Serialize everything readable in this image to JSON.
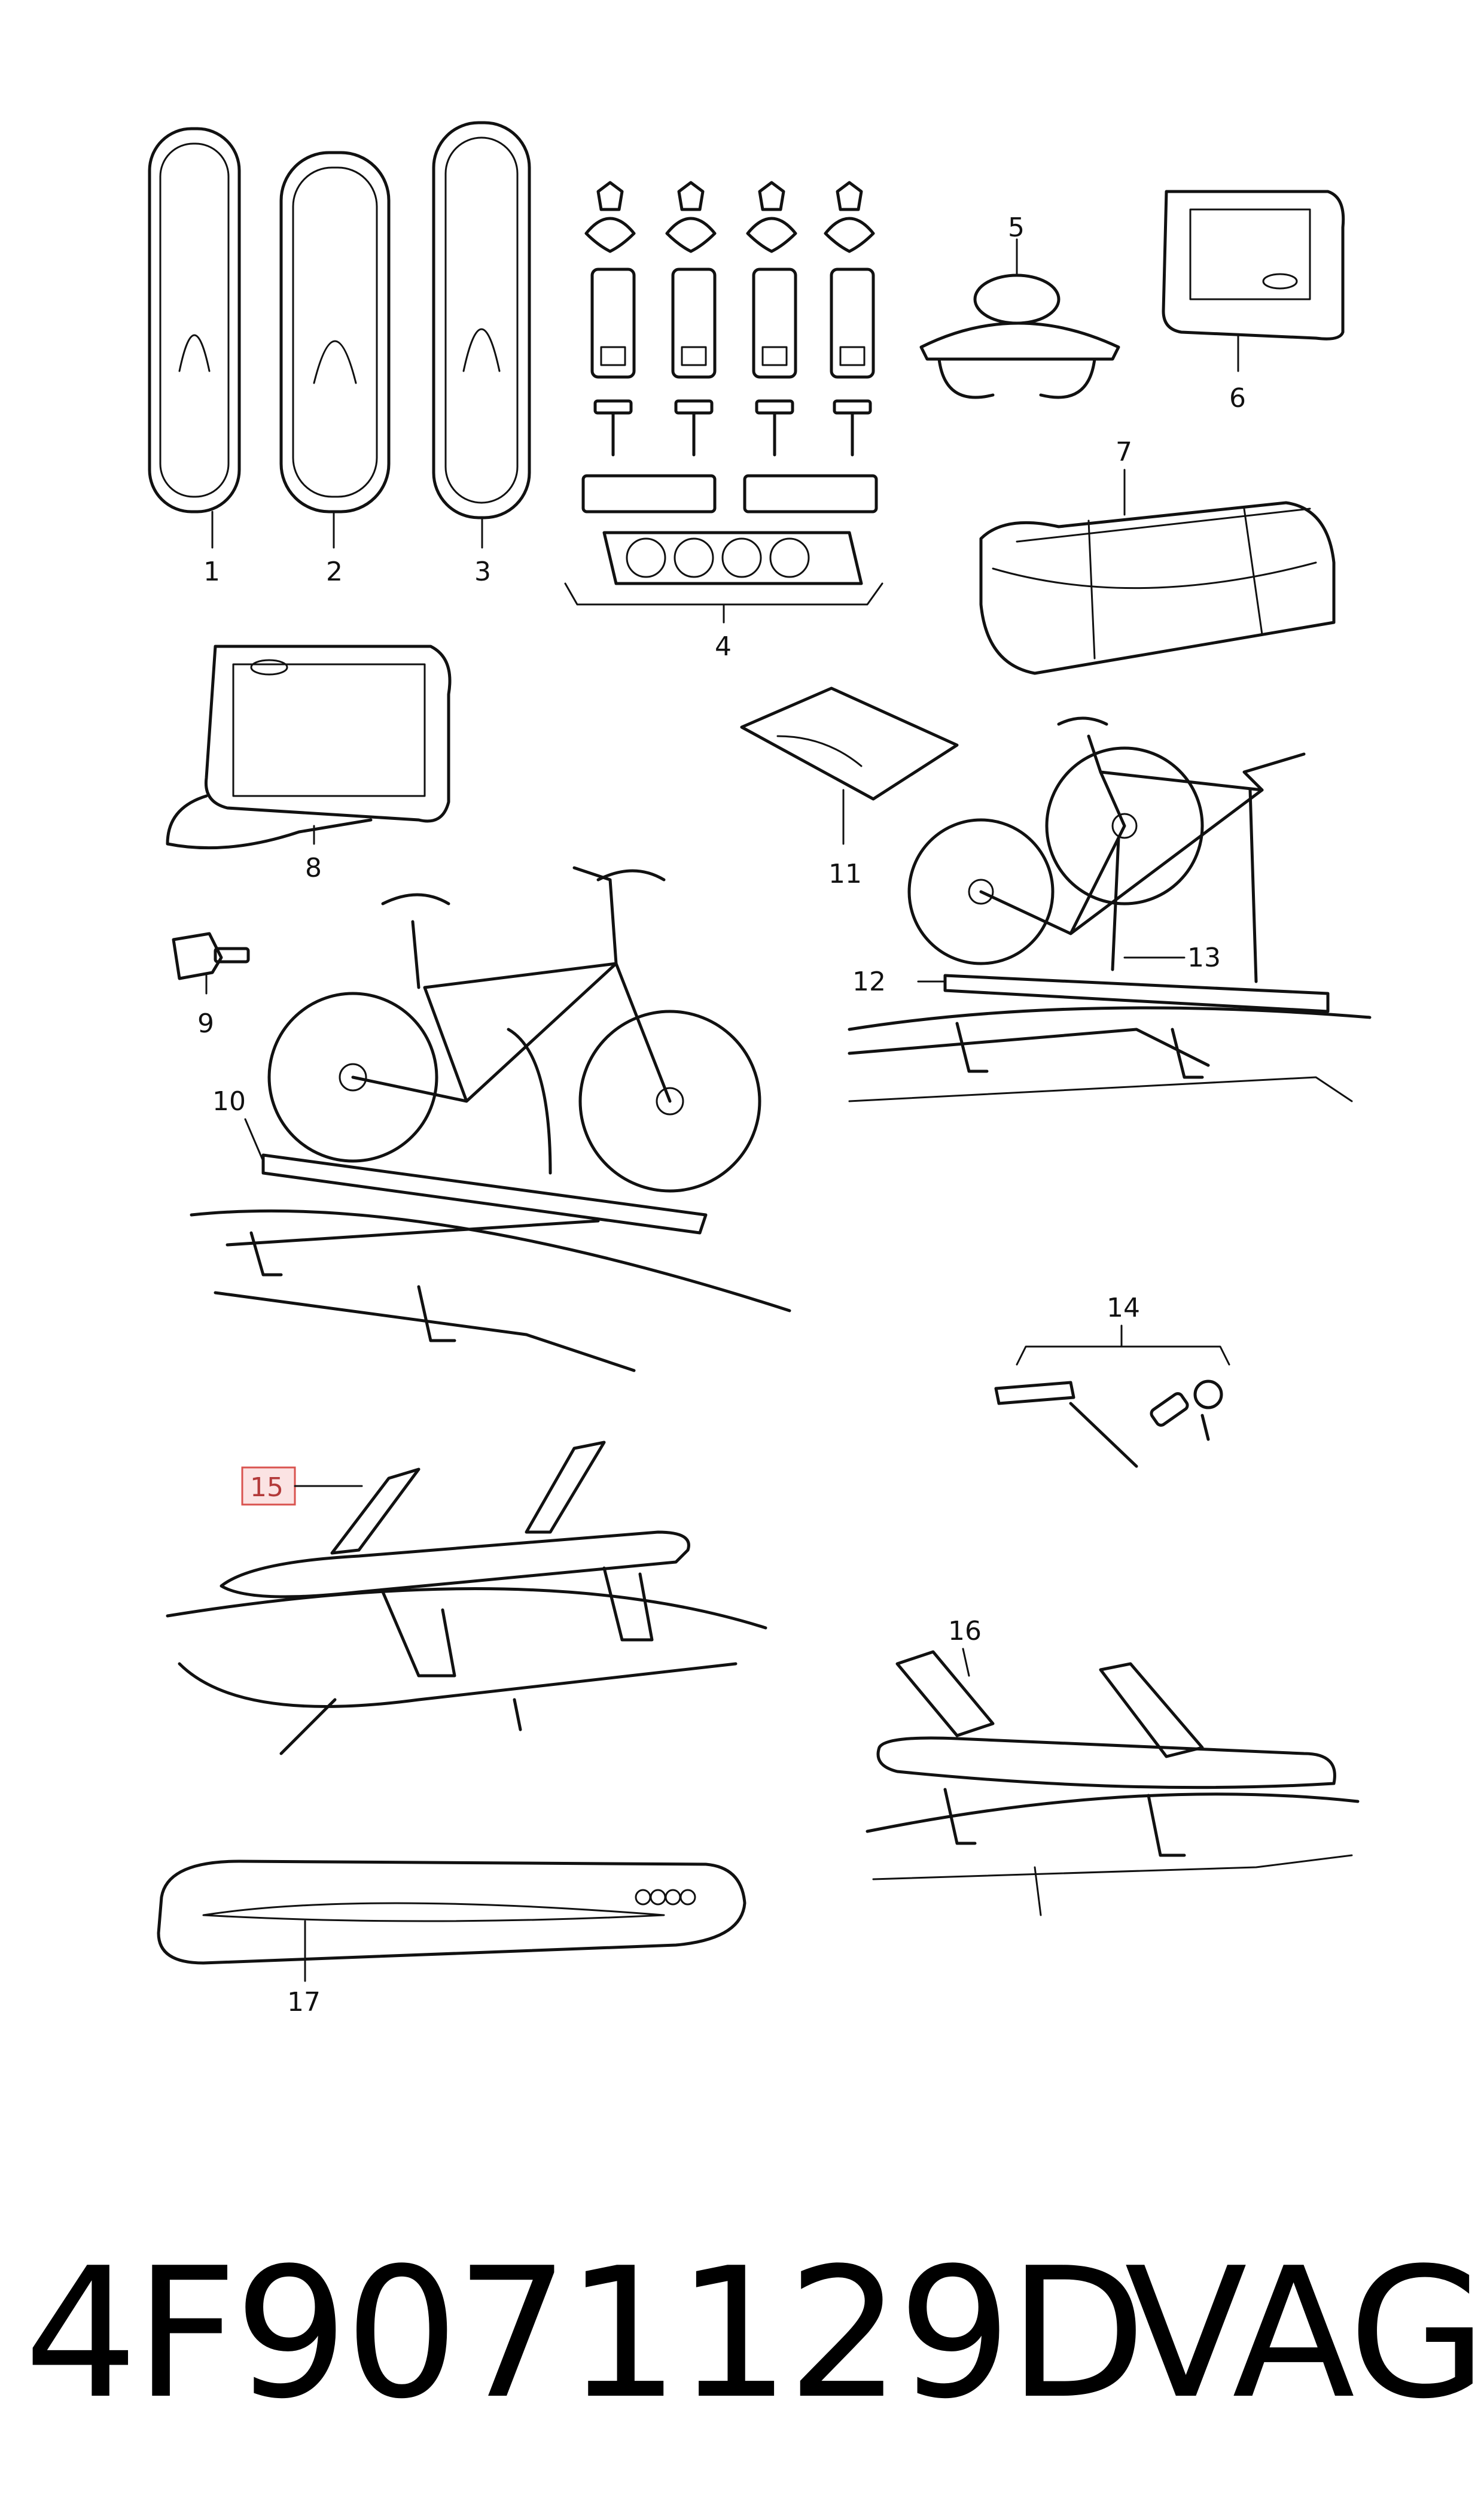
{
  "callouts": {
    "c1": "1",
    "c2": "2",
    "c3": "3",
    "c4": "4",
    "c5": "5",
    "c6": "6",
    "c7": "7",
    "c8": "8",
    "c9": "9",
    "c10": "10",
    "c11": "11",
    "c12": "12",
    "c13": "13",
    "c14": "14",
    "c15": "15",
    "c16": "16",
    "c17": "17"
  },
  "highlighted_callout": "15",
  "highlight_color": "#d9534f",
  "footer": {
    "part_number": "4F9071129D",
    "brand": "VAG"
  }
}
